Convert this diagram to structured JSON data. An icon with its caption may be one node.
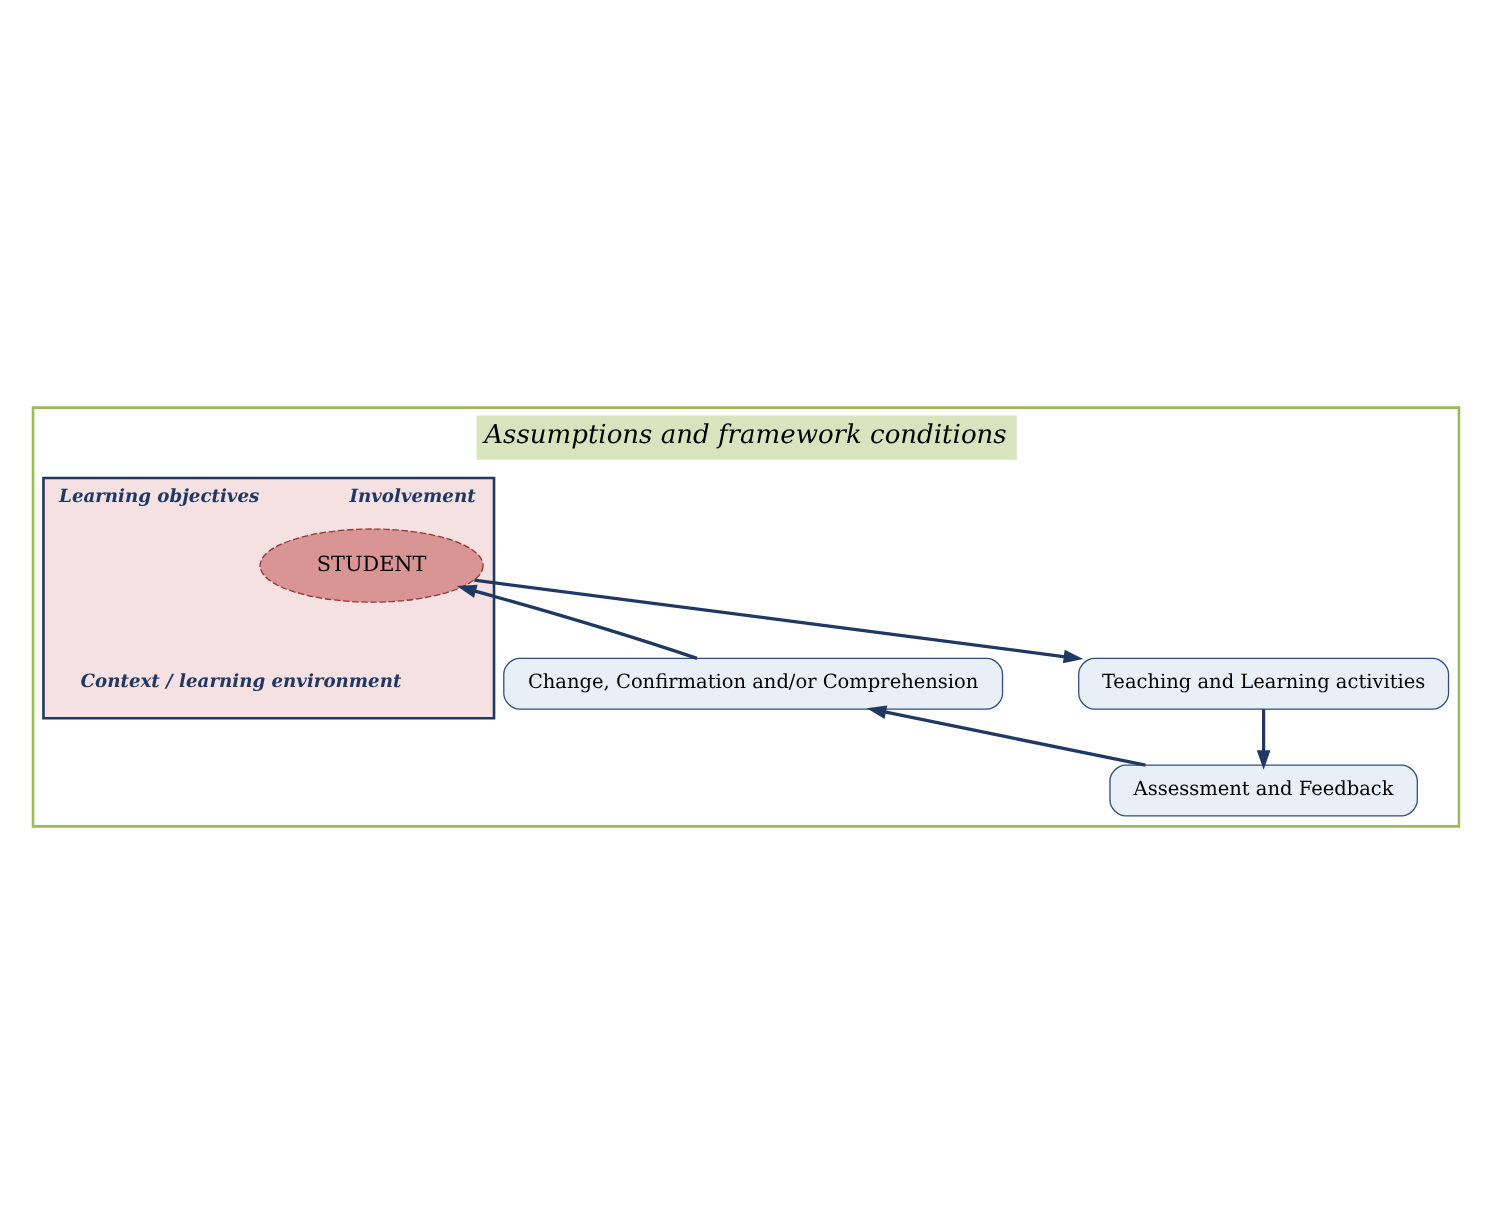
{
  "diagram": {
    "nodes": [
      {
        "text": [
          "Assumptions and framework conditions"
        ]
      },
      {
        "text": [],
        "shape": "triangle",
        "in": 0,
        "beside": [
          "Learning objectives",
          "Involvement",
          "Context / learning environment"
        ]
      },
      {
        "text": [
          "STUDENT"
        ],
        "in": 1
      },
      {
        "text": [
          "Change, Confirmation and/or Comprehension"
        ],
        "in": 0
      },
      {
        "text": [
          "Teaching and Learning activities"
        ],
        "in": 0
      },
      {
        "text": [
          "Assessment and Feedback"
        ],
        "in": 0
      }
    ],
    "edges": [
      {
        "from": 3,
        "to": 2,
        "arrow": "to"
      },
      {
        "from": 2,
        "to": 4,
        "arrow": "to"
      },
      {
        "from": 4,
        "to": 5,
        "arrow": "to"
      },
      {
        "from": 5,
        "to": 3,
        "arrow": "to"
      }
    ]
  }
}
